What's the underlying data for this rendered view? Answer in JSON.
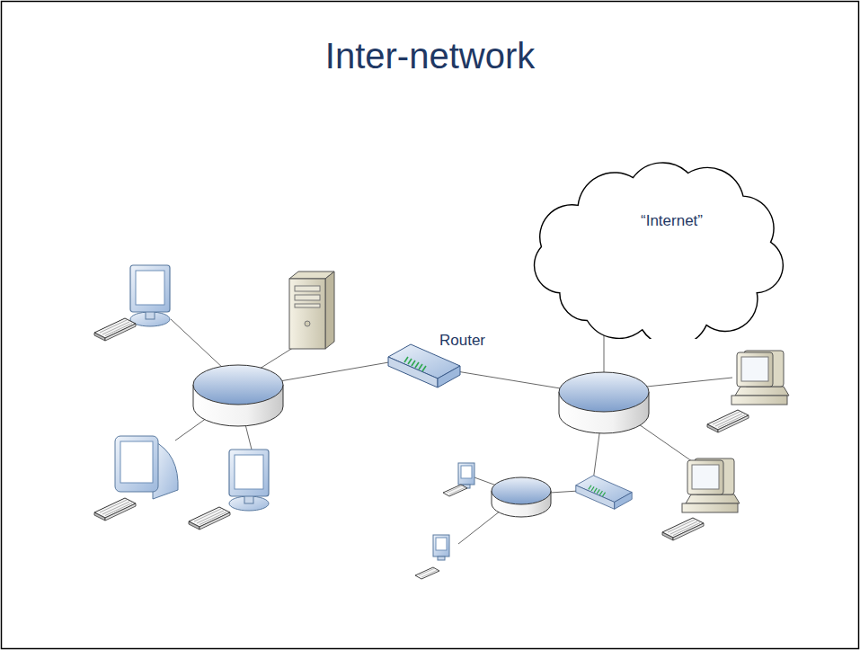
{
  "diagram": {
    "title": "Inter-network",
    "nodes": [
      {
        "text": [
          "“Internet”"
        ]
      }
    ],
    "labels": [
      "Router"
    ]
  }
}
